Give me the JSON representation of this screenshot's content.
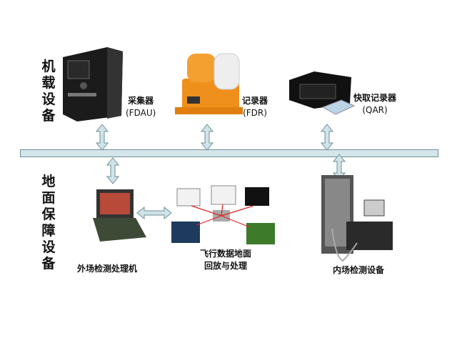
{
  "airborne_label": "机载设备",
  "ground_label": "地面保障设备",
  "airborne": [
    {
      "name": "采集器",
      "abbr": "(FDAU)"
    },
    {
      "name": "记录器",
      "abbr": "(FDR)"
    },
    {
      "name": "快取记录器",
      "abbr": "(QAR)"
    }
  ],
  "ground": [
    {
      "name": "外场检测处理机"
    },
    {
      "line1": "飞行数据地面",
      "line2": "回放与处理"
    },
    {
      "name": "内场检测设备"
    }
  ],
  "colors": {
    "bus": "#d5e6ea",
    "arrow": "#cfe3e8",
    "outline": "#6d8f98",
    "fdr": "#f0901c"
  }
}
